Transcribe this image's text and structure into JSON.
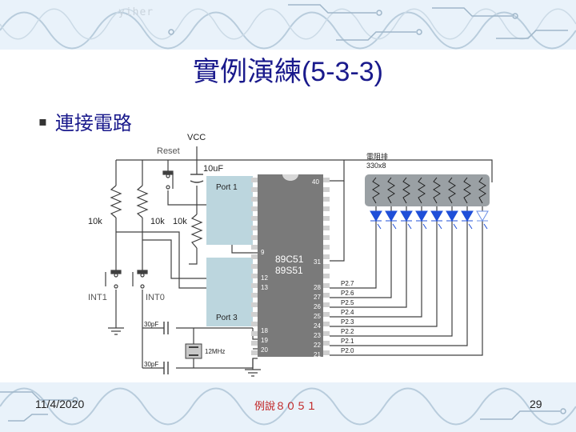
{
  "slide": {
    "watermark": "yiher",
    "title_main": "實例演練",
    "title_num": "(5-3-3)",
    "bullet_marker": "▪",
    "bullet_text": "連接電路",
    "footer_date": "11/4/2020",
    "footer_center": "例說８０５１",
    "page_number": "29"
  },
  "circuit": {
    "vcc": "VCC",
    "reset": "Reset",
    "cap_reset": "10uF",
    "res_array": "電阻排",
    "res_array_value": "330x8",
    "r1": "10k",
    "r2": "10k",
    "r3": "10k",
    "port1": "Port 1",
    "port3": "Port 3",
    "chip1": "89C51",
    "chip2": "89S51",
    "pin40": "40",
    "pin9": "9",
    "pin31": "31",
    "pin12": "12",
    "pin13": "13",
    "pin18": "18",
    "pin19": "19",
    "pin20": "20",
    "int1": "INT1",
    "int0": "INT0",
    "cap1": "30pF",
    "cap2": "30pF",
    "crystal": "12MHz",
    "p2_pins": [
      {
        "pin": "28",
        "label": "P2.7"
      },
      {
        "pin": "27",
        "label": "P2.6"
      },
      {
        "pin": "26",
        "label": "P2.5"
      },
      {
        "pin": "25",
        "label": "P2.4"
      },
      {
        "pin": "24",
        "label": "P2.3"
      },
      {
        "pin": "23",
        "label": "P2.2"
      },
      {
        "pin": "22",
        "label": "P2.1"
      },
      {
        "pin": "21",
        "label": "P2.0"
      }
    ]
  },
  "colors": {
    "title": "#1a1a8c",
    "wire": "#404040",
    "port_box": "#bcd6de",
    "chip": "#7a7a7a",
    "led": "#1f4fd8",
    "res_array_bg": "#9aa0a4",
    "footer_center": "#c02020"
  }
}
